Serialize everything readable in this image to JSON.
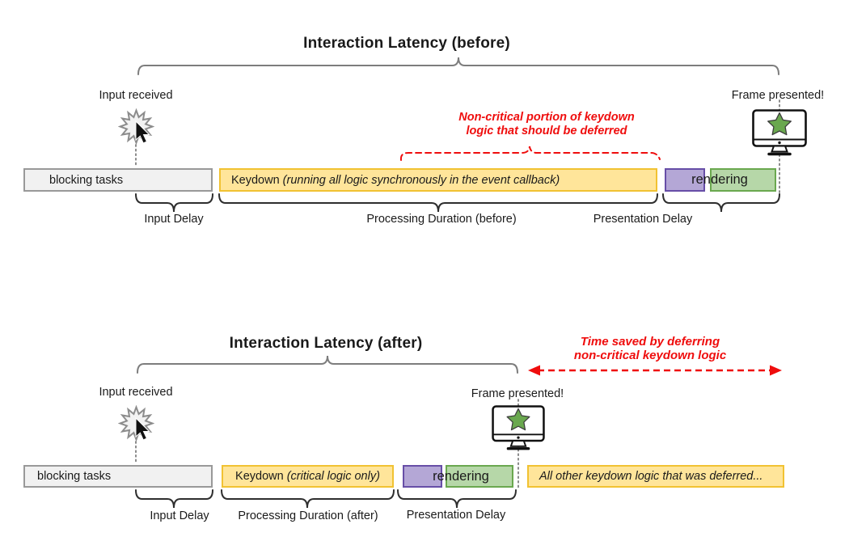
{
  "colors": {
    "yellow_fill": "#ffe59a",
    "yellow_border": "#f1c232",
    "purple_fill": "#b4a7d6",
    "purple_border": "#674ea7",
    "green_fill": "#b6d7a8",
    "green_border": "#6aa84f",
    "gray_fill": "#f1f1f1",
    "gray_border": "#999999",
    "annotation_red": "#ef0d0d",
    "brace_dark": "#2e2e2e",
    "brace_gray": "#7d7d7d",
    "star_green": "#6aa84f"
  },
  "before": {
    "title": "Interaction Latency (before)",
    "input_received": "Input received",
    "frame_presented": "Frame presented!",
    "annotation": [
      "Non-critical portion of keydown",
      "logic that should be deferred"
    ],
    "bars": {
      "blocking": "blocking tasks",
      "keydown_normal": "Keydown",
      "keydown_italic": "(running all logic synchronously in the event callback)",
      "rendering": "rendering"
    },
    "labels": {
      "input_delay": "Input Delay",
      "processing": "Processing Duration (before)",
      "presentation": "Presentation Delay"
    }
  },
  "after": {
    "title": "Interaction Latency (after)",
    "input_received": "Input received",
    "frame_presented": "Frame presented!",
    "annotation": [
      "Time saved by deferring",
      "non-critical keydown logic"
    ],
    "bars": {
      "blocking": "blocking tasks",
      "keydown_normal": "Keydown",
      "keydown_italic": "(critical logic only)",
      "rendering": "rendering",
      "deferred": "All other keydown logic that was deferred..."
    },
    "labels": {
      "input_delay": "Input Delay",
      "processing": "Processing Duration (after)",
      "presentation": "Presentation Delay"
    }
  }
}
